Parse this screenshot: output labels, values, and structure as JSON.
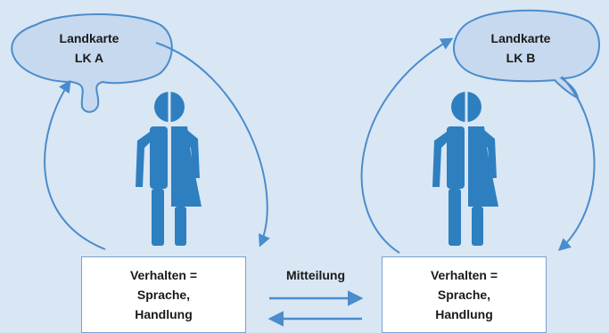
{
  "left": {
    "map_title": "Landkarte",
    "map_code": "LK A",
    "box_lines": [
      "Verhalten =",
      "Sprache,",
      "Handlung"
    ]
  },
  "right": {
    "map_title": "Landkarte",
    "map_code": "LK B",
    "box_lines": [
      "Verhalten =",
      "Sprache,",
      "Handlung"
    ]
  },
  "message_label": "Mitteilung",
  "icons": {
    "person": "person-half-male-half-female-icon",
    "arrow": "arrow-icon"
  },
  "colors": {
    "background": "#d9e6f4",
    "figure": "#2e7fc0",
    "cloud_fill": "#c6d9ee",
    "line": "#4a8ccc",
    "box_border": "#7aa0cc"
  }
}
